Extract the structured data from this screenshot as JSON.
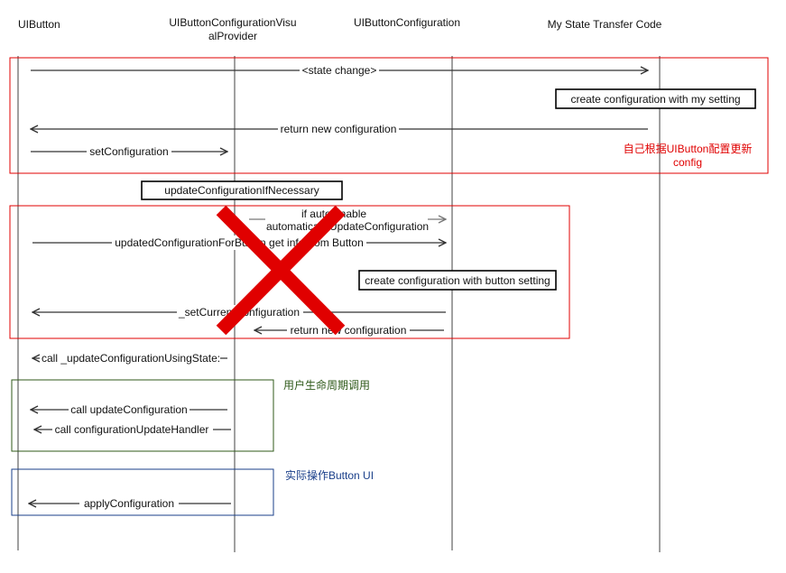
{
  "participants": {
    "uibutton": "UIButton",
    "provider_line1": "UIButtonConfigurationVisu",
    "provider_line2": "alProvider",
    "configuration": "UIButtonConfiguration",
    "state_code": "My State Transfer Code"
  },
  "messages": {
    "state_change": "<state change>",
    "return_new_configuration": "return new configuration",
    "set_configuration": "setConfiguration",
    "if_auto_line1": "if auto enable",
    "if_auto_line2": "automaticallyUpdateConfiguration",
    "updated_for_button": "updatedConfigurationForButton get info from Button",
    "set_current_configuration": "_setCurrentConfiguration",
    "return_new_configuration_2": "return new configuration",
    "call_update_using_state": "call _updateConfigurationUsingState:",
    "call_update_configuration": "call updateConfiguration",
    "call_update_handler": "call configurationUpdateHandler",
    "apply_configuration": "applyConfiguration"
  },
  "boxes": {
    "create_with_my_setting": "create configuration with my setting",
    "update_if_necessary": "updateConfigurationIfNecessary",
    "create_with_button_setting": "create configuration with button setting"
  },
  "notes": {
    "red_line1": "自己根据UIButton配置更新",
    "red_line2": "config",
    "green": "用户生命周期调用",
    "blue": "实际操作Button UI"
  },
  "colors": {
    "red": "#e00000",
    "green": "#2f5a1a",
    "blue": "#1a3f8a",
    "cross": "#e00000",
    "line": "#333333"
  }
}
